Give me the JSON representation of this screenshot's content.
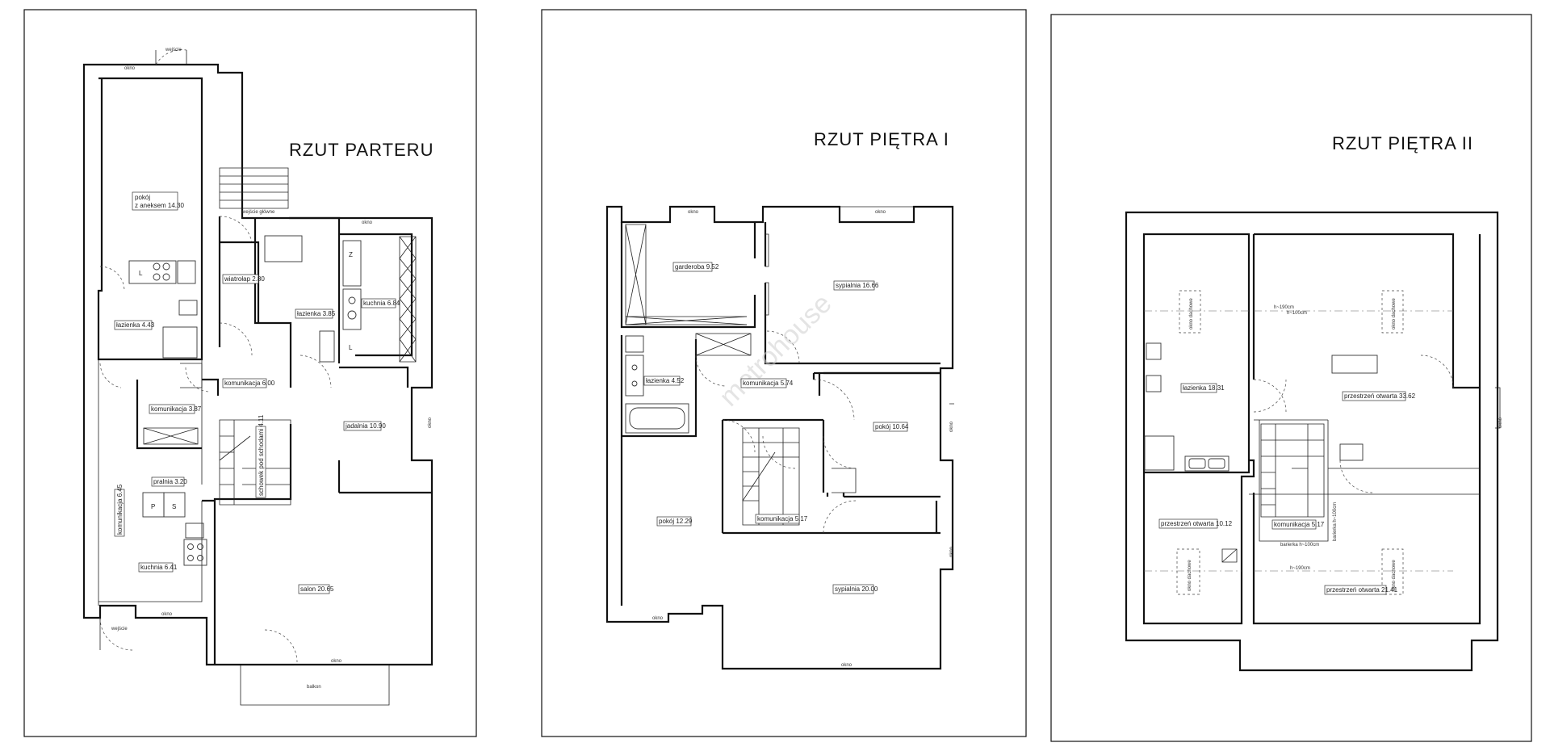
{
  "ground_floor": {
    "title": "RZUT  PARTERU",
    "rooms": [
      {
        "name": "pokój",
        "name2": "z aneksem 14.30"
      },
      {
        "name": "wiatrołap 2.80"
      },
      {
        "name": "łazienka 3.85"
      },
      {
        "name": "kuchnia 6.84"
      },
      {
        "name": "łazienka 4.43"
      },
      {
        "name": "komunikacja 6.00"
      },
      {
        "name": "komunikacja 3.87"
      },
      {
        "name": "jadalnia 10.90"
      },
      {
        "name": "schowek pod schodami 4.11"
      },
      {
        "name": "pralnia 3.20"
      },
      {
        "name": "komunikacja 6.45"
      },
      {
        "name": "kuchnia 6.41"
      },
      {
        "name": "salon 20.65"
      }
    ],
    "notes": {
      "entrance_top": "wejście",
      "entrance_main": "wejście główne",
      "entrance_bottom": "wejście",
      "window": "okno",
      "balcony": "balkon",
      "fixture_l": "L",
      "fixture_z": "Z",
      "fixture_p": "P",
      "fixture_s": "S"
    }
  },
  "first_floor": {
    "title": "RZUT  PIĘTRA I",
    "rooms": [
      {
        "name": "garderoba 9.52"
      },
      {
        "name": "sypialnia 16.66"
      },
      {
        "name": "łazienka 4.52"
      },
      {
        "name": "komunikacja 5.74"
      },
      {
        "name": "pokój 10.64"
      },
      {
        "name": "pokój 12.29"
      },
      {
        "name": "komunikacja 5.17"
      },
      {
        "name": "sypialnia 20.00"
      }
    ],
    "notes": {
      "window": "okno"
    }
  },
  "second_floor": {
    "title": "RZUT  PIĘTRA II",
    "rooms": [
      {
        "name": "łazienka 18.31"
      },
      {
        "name": "przestrzeń otwarta 33.62"
      },
      {
        "name": "przestrzeń otwarta 10.12"
      },
      {
        "name": "komunikacja 5.17"
      },
      {
        "name": "przestrzeń otwarta 21.41"
      }
    ],
    "notes": {
      "window": "okno",
      "roof_window": "okno dachowe",
      "height_190": "h~190cm",
      "height_100": "h~100cm",
      "railing": "barierka h~100cm"
    }
  },
  "watermark": "metrohouse"
}
